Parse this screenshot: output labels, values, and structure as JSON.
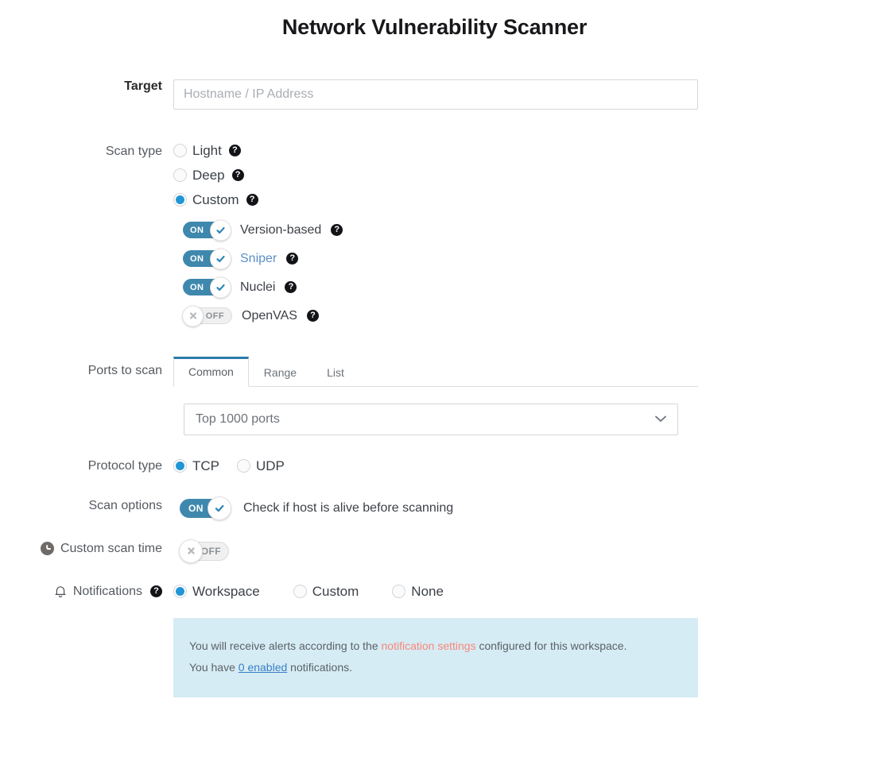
{
  "page": {
    "title": "Network Vulnerability Scanner"
  },
  "target": {
    "label": "Target",
    "placeholder": "Hostname / IP Address",
    "value": ""
  },
  "scan_type": {
    "label": "Scan type",
    "options": [
      {
        "label": "Light",
        "selected": false,
        "help": "?"
      },
      {
        "label": "Deep",
        "selected": false,
        "help": "?"
      },
      {
        "label": "Custom",
        "selected": true,
        "help": "?"
      }
    ],
    "custom_engines": [
      {
        "label": "Version-based",
        "state": "ON",
        "on_text": "ON",
        "link": false,
        "help": "?"
      },
      {
        "label": "Sniper",
        "state": "ON",
        "on_text": "ON",
        "link": true,
        "help": "?"
      },
      {
        "label": "Nuclei",
        "state": "ON",
        "on_text": "ON",
        "link": false,
        "help": "?"
      },
      {
        "label": "OpenVAS",
        "state": "OFF",
        "on_text": "OFF",
        "link": false,
        "help": "?"
      }
    ]
  },
  "ports": {
    "label": "Ports to scan",
    "tabs": [
      {
        "label": "Common",
        "active": true
      },
      {
        "label": "Range",
        "active": false
      },
      {
        "label": "List",
        "active": false
      }
    ],
    "select_value": "Top 1000 ports"
  },
  "protocol": {
    "label": "Protocol type",
    "options": [
      {
        "label": "TCP",
        "selected": true
      },
      {
        "label": "UDP",
        "selected": false
      }
    ]
  },
  "scan_options": {
    "label": "Scan options",
    "toggle_state": "ON",
    "toggle_text": "ON",
    "option_label": "Check if host is alive before scanning"
  },
  "custom_scan_time": {
    "label": "Custom scan time",
    "icon": "clock-icon",
    "toggle_state": "OFF",
    "toggle_text": "OFF"
  },
  "notifications": {
    "label": "Notifications",
    "icon": "bell-icon",
    "help": "?",
    "options": [
      {
        "label": "Workspace",
        "selected": true
      },
      {
        "label": "Custom",
        "selected": false
      },
      {
        "label": "None",
        "selected": false
      }
    ],
    "info": {
      "line1_part1": "You will receive alerts according to the ",
      "line1_link": "notification settings",
      "line1_part2": " configured for this workspace.",
      "line2_part1": "You have ",
      "line2_link": "0 enabled",
      "line2_part2": " notifications."
    }
  },
  "colors": {
    "accent_blue": "#2196d6",
    "toggle_blue": "#3f88ad",
    "tab_active_border": "#2b7bab",
    "info_bg": "#d6ecf5",
    "coral": "#f98679",
    "link_blue": "#3a7fc4"
  }
}
